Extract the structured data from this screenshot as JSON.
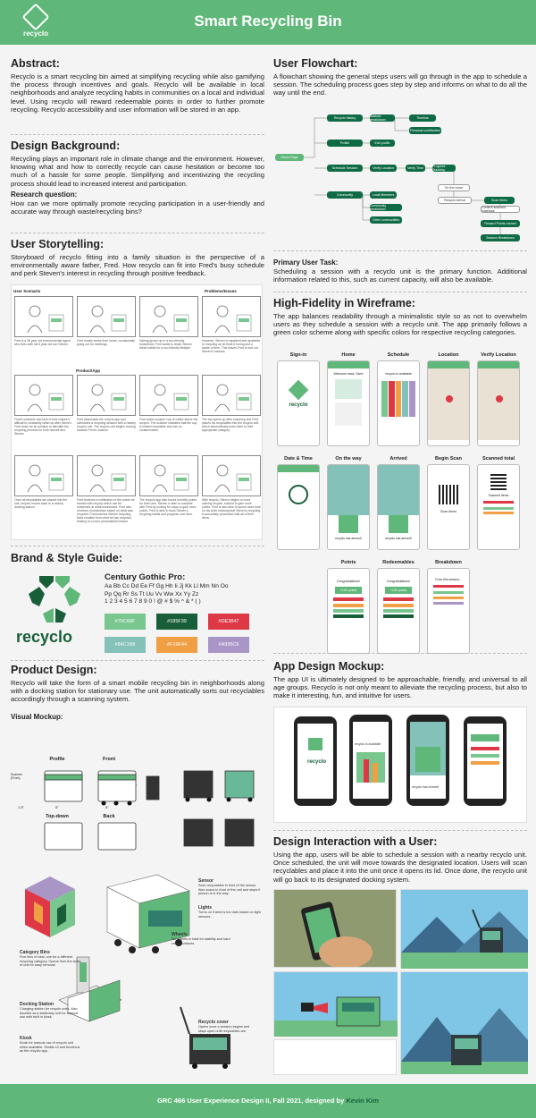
{
  "header": {
    "logo_text": "recyclo",
    "title": "Smart Recycling Bin"
  },
  "abstract": {
    "heading": "Abstract:",
    "text": "Recyclo is a smart recycling bin aimed at simplifying recycling while also gamifying the process through incentives and goals. Recyclo will be available in local neighborhoods and analyze recycling habits in communities on a local and individual level. Using recyclo will reward redeemable points in order to further promote recycling. Recyclo accessibility and user information will be stored in an app."
  },
  "design_background": {
    "heading": "Design Background:",
    "text": "Recycling plays an important role in climate change and the environment. However, knowing what and how to correctly recycle can cause hesitation or become too much of a hassle for some people. Simplifying and incentivizing the recycling process should lead to increased interest and participation.",
    "rq_heading": "Research question:",
    "rq_text": "How can we more optimally promote recycling participation in a user-friendly and accurate way through waste/recycling bins?"
  },
  "storytelling": {
    "heading": "User Storytelling:",
    "text": "Storyboard of recyclo fitting into a family situation in the perspective of a environmentally aware father, Fred. How recyclo can fit into Fred's busy schedule and perk Steven's interest in recycling through positive feedback.",
    "labels": [
      "User Scenario",
      "Problems/Issues",
      "Product/App"
    ],
    "captions": [
      "Fred is a 38 year old environmental agent who lives with his 8 year old son Steven.",
      "Fred mostly works from home, occasionally going out for meetings.",
      "Having grown up in a eco-friendly household, Fred wants to teach Steven these habits for a eco-friendly lifestyle.",
      "However, Steven is impatient and apathetic to recycling as he finds it boring and a waste of time. This leaves Fred to sort out Steven's messes.",
      "Fred's schedule and lack of time makes it difficult to constantly clean up after Steven. Fred looks for an solution to alleviate the recycling process for both himself and Steven.",
      "Fred downloads the recyclo app and schedules a recycling session with a nearby recyclo unit. The recyclo unit begins moving towards Fred's location.",
      "Fred scans a paper cup of coffee above the recyclo. The scanner indicates that the cup is indeed recyclable and has no contamination.",
      "The top opens up after scanning and Fred places his recyclables into the recyclo unit, which automatically sorts them to their appropriate category.",
      "Once all recyclables are placed into the unit, recyclo moves back to a nearby docking station.",
      "Fred receives a notification of the points he earned with recyclo which can be redeemed at retail businesses. Fred also receives a breakdown based on what was recycled. Fred teaches Steven recycling facts emailed from what he has recycled, leading to a more personalized lesson.",
      "The recyclo app also tracks monthly points for both user. Steven is able to compete with Fred by looking for ways to gain more points. Fred is able to track Steven's recycling habits and progress over time.",
      "With recyclo, Steven begins to more actively recycle, enticed to gain more points. Fred is also able to spend more time on his work knowing that Steven's recycling is accurately processed with all of their items."
    ]
  },
  "brand": {
    "heading": "Brand & Style Guide:",
    "logo_text": "recyclo",
    "font_name": "Century Gothic Pro:",
    "alphabet1": "Aa Bb Cc Dd Ee Ff Gg Hh Ii Jj Kk Ll Mm Nn Oo",
    "alphabet2": "Pp Qq Rr Ss Tt Uu Vv Ww Xx Yy Zz",
    "digits": "1 2 3 4 5 6 7 8 9 0 ! @ # $ % ^ & * ( )",
    "swatches": [
      {
        "hex": "#79C68F",
        "color": "#79C68F"
      },
      {
        "hex": "#185F39",
        "color": "#185F39"
      },
      {
        "hex": "#DE3847",
        "color": "#DE3847"
      },
      {
        "hex": "#84C1B8",
        "color": "#84C1B8"
      },
      {
        "hex": "#F19F44",
        "color": "#F19F44"
      },
      {
        "hex": "#A995C6",
        "color": "#A995C6"
      }
    ]
  },
  "product": {
    "heading": "Product Design:",
    "text": "Recyclo will take the form of a smart mobile recycling bin in neighborhoods along with a docking station for stationary use.  The unit automatically sorts out recyclables accordingly through a scanning system.",
    "mockup_heading": "Visual Mockup:",
    "views": [
      "Profile",
      "Front",
      "Top-down",
      "Back"
    ],
    "dims": [
      "5\"",
      "5\"",
      "4\"5\"",
      "1.5\"",
      "Scanner (Front)"
    ],
    "parts": [
      {
        "name": "Sensor",
        "desc": "Scan recyclables in front of the sensor. Also scans in front of the unit and stops if person is in the way."
      },
      {
        "name": "Lights",
        "desc": "Turns on if area is too dark based on light sensors."
      },
      {
        "name": "Wheels",
        "desc": "Six wheels in total for stability and hard rough surfaces."
      },
      {
        "name": "Category Bins",
        "desc": "Five bins in total, one for a different recycling category. Opens from the sides of unit for easy removal."
      },
      {
        "name": "Docking Station",
        "desc": "Charging station for recyclo units. Also doubles as a stationary unit for manual use with built in kiosk."
      },
      {
        "name": "Kiosk",
        "desc": "Kiosk for manual use of recyclo unit when available. Similar UI and functions as the recyclo app."
      },
      {
        "name": "Recyclo cover",
        "desc": "Opens once a session begins and stays open until recyclables are placed."
      }
    ]
  },
  "flowchart": {
    "heading": "User Flowchart:",
    "text": "A flowchart showing the general steps users will go through in the app to schedule a session. The scheduling process goes step by step and informs on what to do all the way until the end.",
    "nodes": [
      "Home Page",
      "Recyclo history",
      "Statistic breakdown",
      "Timeline",
      "Personal contribution",
      "Profile",
      "Edit profile",
      "Schedule Session",
      "Verify Location",
      "Verify Time",
      "Progress Tracking",
      "On the move",
      "Recyclo Arrival",
      "Scan Items",
      "Confirm scanned materials",
      "Reward Points earned",
      "Session Breakdown",
      "Community",
      "Local Members",
      "Community breakdown",
      "Other communities"
    ],
    "task_heading": "Primary User Task:",
    "task_text": "Scheduling a session with a recyclo unit is the primary function. Additional information related to this, such as current capacity, will also be available."
  },
  "wireframe": {
    "heading": "High-Fidelity in Wireframe:",
    "text": "The app balances readability through a minimalistic style so as not to overwhelm users as they schedule a session with a recyclo unit. The app primarily follows a green color scheme along with specific colors for respective recycling categories.",
    "row1": [
      "Sign-in",
      "Home",
      "Schedule",
      "Location",
      "Verify Location"
    ],
    "row2": [
      "Date & Time",
      "On the way",
      "Arrived",
      "Begin Scan",
      "Scanned total"
    ],
    "row3": [
      "Points",
      "Redeemables",
      "Breakdown"
    ],
    "screen_text": {
      "recyclo": "recyclo",
      "welcome": "Welcome back, Sam!",
      "available": "recyclo is available",
      "congrats": "Congratulations!",
      "points": "+100 points",
      "on_way": "recyclo has arrived!",
      "from_session": "From this session...",
      "scan": "Scan Items",
      "scanned": "Scanned Items"
    }
  },
  "mockup": {
    "heading": "App Design Mockup:",
    "text": "The app UI is ultimately designed to be approachable, friendly, and universal to all age groups. Recyclo is not only meant to alleviate the recycling process, but also to make it interesting, fun, and intuitive for users."
  },
  "interaction": {
    "heading": "Design Interaction with a User:",
    "text": "Using the app, users will be able to schedule a session with a nearby recyclo unit. Once scheduled, the unit will move towards the designated location. Users will scan recyclables and place it into the unit once it opens its lid. Once done, the recyclo unit will go back to its designated docking system."
  },
  "footer": {
    "prefix": "GRC 466 User Experience Design II, Fall 2021, designed by ",
    "author": "Kevin Kim"
  }
}
